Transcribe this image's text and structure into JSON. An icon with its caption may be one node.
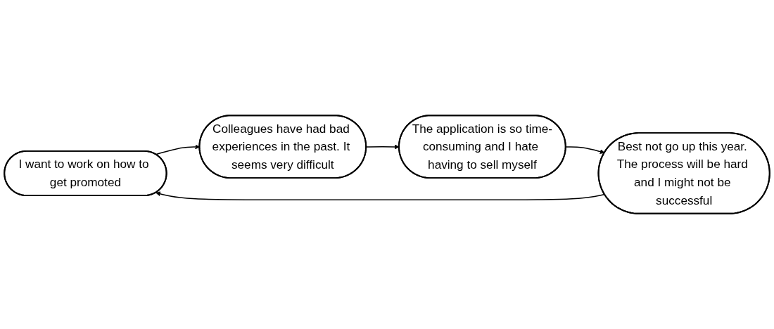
{
  "diagram": {
    "nodes": [
      {
        "text": [
          "I want to work on how to get promoted"
        ]
      },
      {
        "text": [
          "Best not go up this year. The process will be hard and I might not be successful"
        ]
      },
      {
        "text": [
          "Colleagues have had bad experiences in the past. It seems very difficult"
        ]
      },
      {
        "text": [
          "The application is so time-consuming and I hate having to sell myself"
        ]
      }
    ],
    "edges": [
      {
        "from": 0,
        "to": 2,
        "arrow": "to"
      },
      {
        "from": 2,
        "to": 3,
        "arrow": "to"
      },
      {
        "from": 3,
        "to": 1,
        "arrow": "to"
      },
      {
        "from": 1,
        "to": 0,
        "arrow": "to"
      }
    ]
  }
}
